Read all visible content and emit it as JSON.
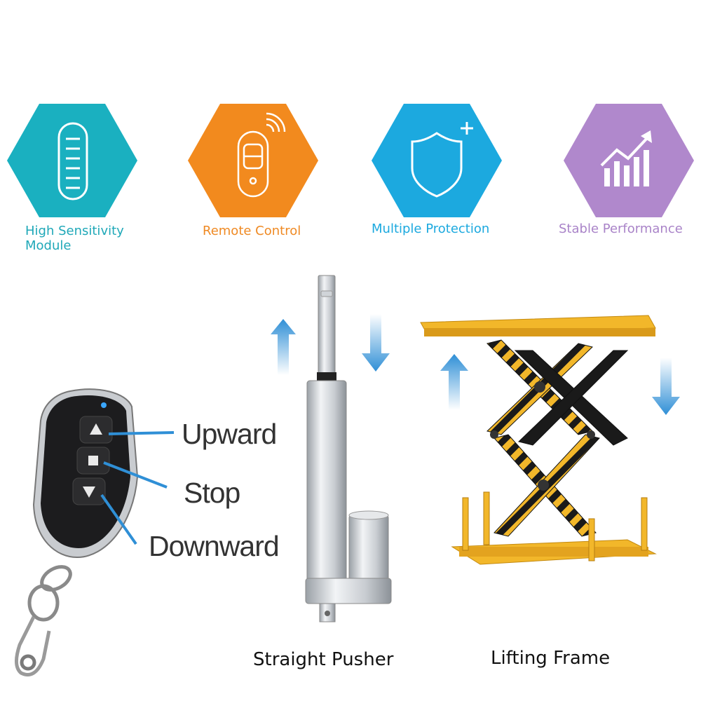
{
  "features": [
    {
      "label_line1": "High Sensitivity",
      "label_line2": "Module",
      "color": "#1ab0c0",
      "text_color": "#1fa8b8",
      "icon": "remote-outline-icon"
    },
    {
      "label_line1": "Remote Control",
      "color": "#f28a1e",
      "text_color": "#ef8a24",
      "icon": "key-fob-signal-icon"
    },
    {
      "label_line1": "Multiple Protection",
      "color": "#1ca9df",
      "text_color": "#1ca9df",
      "icon": "shield-plus-icon"
    },
    {
      "label_line1": "Stable Performance",
      "color": "#b088cc",
      "text_color": "#a983c8",
      "icon": "growth-chart-icon"
    }
  ],
  "remote": {
    "up_label": "Upward",
    "stop_label": "Stop",
    "down_label": "Downward",
    "pointer_color": "#2f8fd6"
  },
  "products": {
    "pusher_caption": "Straight Pusher",
    "frame_caption": "Lifting Frame"
  },
  "colors": {
    "arrow_blue": "#2f8fd6",
    "lift_yellow": "#f2b72a"
  }
}
